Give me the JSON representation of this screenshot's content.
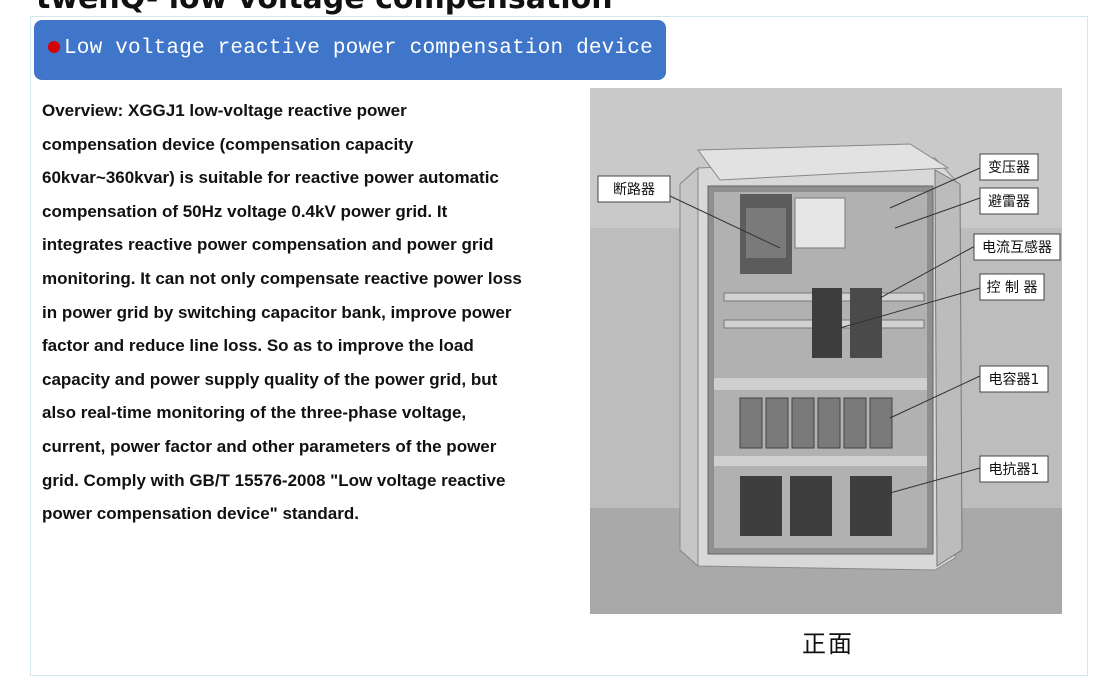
{
  "page_heading": "twenQ- low voltage compensation",
  "section_title": "Low voltage reactive power compensation device",
  "overview": "Overview: XGGJ1 low-voltage reactive power compensation device (compensation capacity 60kvar~360kvar) is suitable for reactive power automatic compensation of 50Hz voltage 0.4kV power grid. It integrates reactive power compensation and power grid monitoring. It can not only compensate reactive power loss in power grid by switching capacitor bank, improve power factor and reduce line loss. So as to improve the load capacity and power supply quality of the power grid, but also real-time monitoring of the three-phase voltage, current, power factor and other parameters of the power grid. Comply with GB/T 15576-2008 \"Low voltage reactive power compensation device\" standard.",
  "figure": {
    "caption": "正面",
    "labels": {
      "breaker": "断路器",
      "transformer": "变压器",
      "arrester": "避雷器",
      "current_transformer": "电流互感器",
      "controller": "控 制 器",
      "capacitor": "电容器1",
      "reactor": "电抗器1"
    }
  },
  "colors": {
    "title_bar": "#3f76c9",
    "bullet": "#d60000",
    "panel_border": "#d6e6ee"
  }
}
